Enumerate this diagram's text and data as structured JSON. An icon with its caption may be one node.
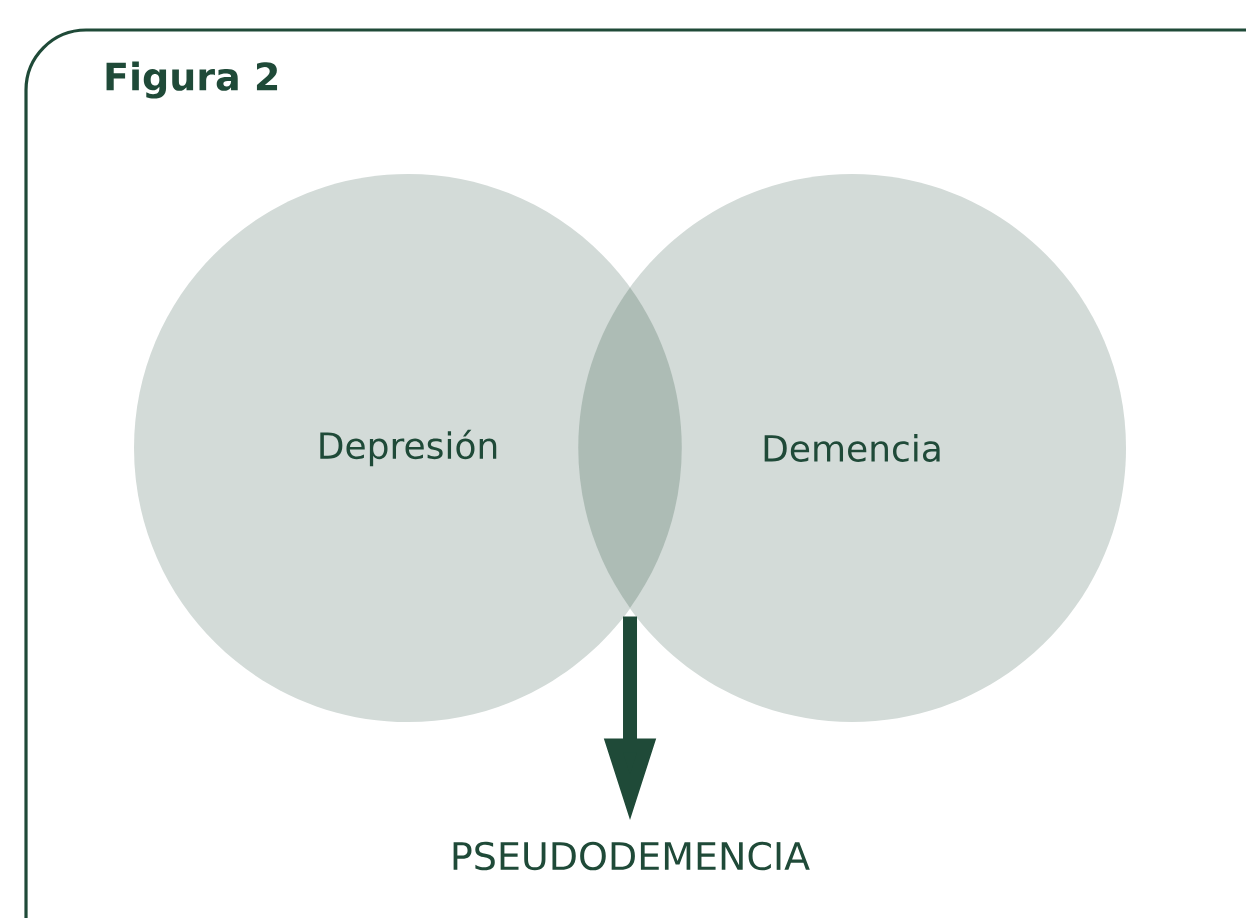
{
  "diagram": {
    "title": "Figura 2",
    "nodes": [
      {
        "text": [
          "Depresión"
        ]
      },
      {
        "text": [
          "Demencia"
        ]
      },
      {
        "text": [],
        "shape": "lens"
      },
      {
        "text": [
          "PSEUDODEMENCIA"
        ]
      }
    ],
    "edges": [
      {
        "from": 2,
        "to": 3,
        "arrow": "to"
      }
    ]
  }
}
